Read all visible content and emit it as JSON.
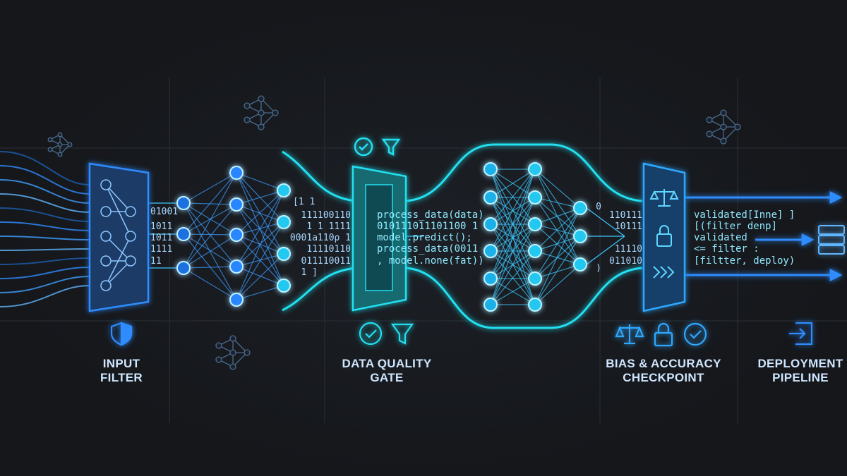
{
  "colors": {
    "background": "#15171b",
    "blue": "#2f8cff",
    "cyan": "#22e0f0",
    "label": "#cfe6ff"
  },
  "stages": [
    {
      "label_line1": "INPUT",
      "label_line2": "FILTER",
      "icon": "shield-icon"
    },
    {
      "label_line1": "DATA QUALITY",
      "label_line2": "GATE",
      "icons": [
        "check-circle-icon",
        "filter-icon"
      ]
    },
    {
      "label_line1": "BIAS & ACCURACY",
      "label_line2": "CHECKPOINT",
      "icons": [
        "scales-icon",
        "lock-icon",
        "check-circle-icon"
      ]
    },
    {
      "label_line1": "DEPLOYMENT",
      "label_line2": "PIPELINE",
      "icon": "sign-in-icon"
    }
  ],
  "binary_left": [
    "01001",
    "1011",
    "1011",
    "1111",
    "11"
  ],
  "binary_mid": [
    "[1 1",
    "111100110",
    "1 1 1111",
    "0001a110ρ 1",
    "11110110",
    "011110011",
    "1 ]"
  ],
  "code_gate": [
    "process_data(data)",
    "010111011101100 1",
    "  model.predict();",
    "process_data(0011",
    ", model.none(fat))"
  ],
  "binary_right": [
    "0",
    "110111",
    "10111",
    "11110",
    "011010",
    ")"
  ],
  "code_deploy": [
    "validated[Inne] ]",
    "[(filter denp]",
    "validated",
    "<= filter :",
    "[filtter, deploy)"
  ]
}
